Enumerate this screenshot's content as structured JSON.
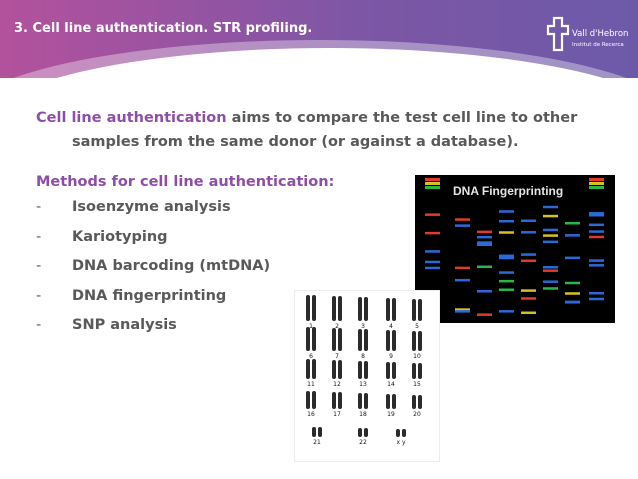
{
  "header": {
    "title": "3. Cell line authentication. STR profiling.",
    "colors": {
      "left": "#b3519c",
      "right": "#6c5aa8"
    }
  },
  "logo": {
    "name": "Vall d'Hebron",
    "sub": "Institut de Recerca",
    "icon": "cross-shape-icon"
  },
  "body": {
    "lead_highlight": "Cell line authentication",
    "lead_rest_1": " aims to compare the test cell line to other",
    "lead_rest_2": "samples from the same donor (or against a database).",
    "methods_title": "Methods for cell line authentication:",
    "methods": [
      {
        "dash": "-",
        "label": "Isoenzyme analysis"
      },
      {
        "dash": "-",
        "label": "Kariotyping"
      },
      {
        "dash": "-",
        "label": "DNA barcoding (mtDNA)"
      },
      {
        "dash": "-",
        "label": "DNA fingerprinting"
      },
      {
        "dash": "-",
        "label": "SNP analysis"
      }
    ],
    "accent_color": "#8e4ea6",
    "text_color": "#595959"
  },
  "dna_image": {
    "label": "DNA Fingerprinting"
  },
  "karyotype_image": {
    "numbers": [
      "1",
      "2",
      "3",
      "4",
      "5",
      "6",
      "7",
      "8",
      "9",
      "10",
      "11",
      "12",
      "13",
      "14",
      "15",
      "16",
      "17",
      "18",
      "19",
      "20",
      "21",
      "22",
      "x y"
    ]
  }
}
